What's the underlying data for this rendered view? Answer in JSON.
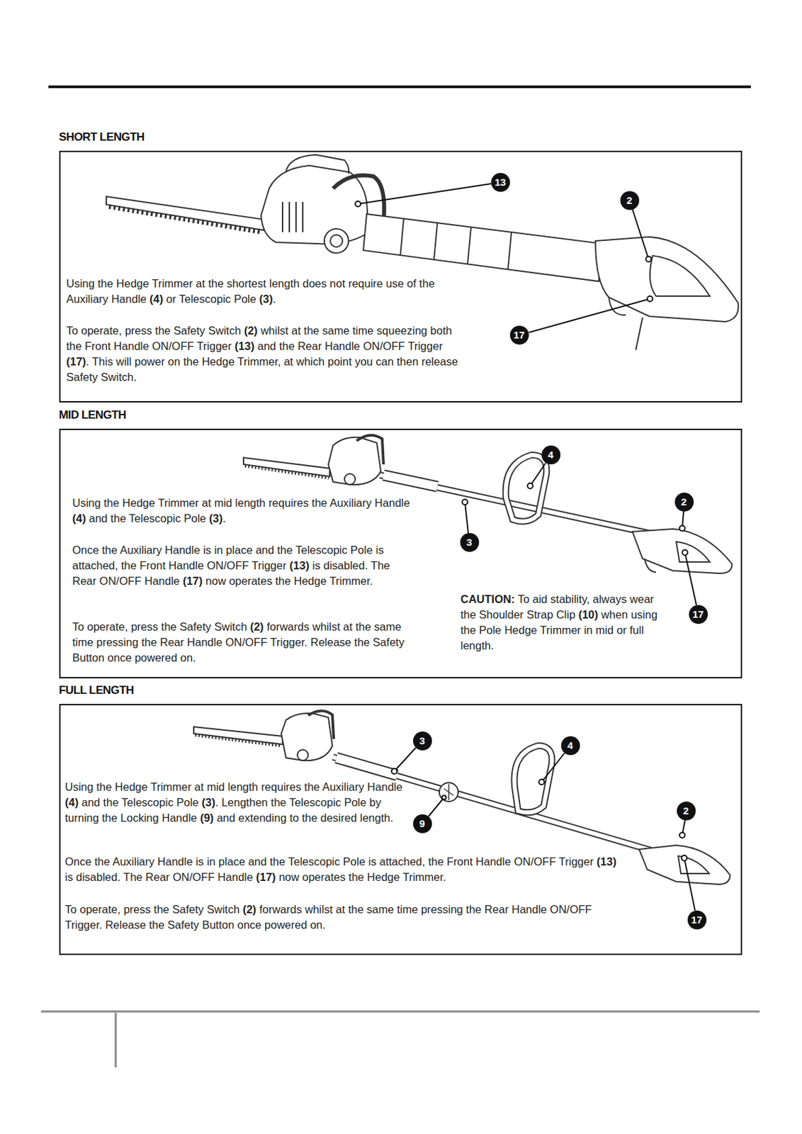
{
  "diagram": {
    "nodes": [
      {
        "text": [
          "SHORT LENGTH",
          "Using the Hedge Trimmer at the shortest length does not require use of the Auxiliary Handle (4) or Telescopic Pole (3).",
          "To operate, press the Safety Switch (2) whilst at the same time squeezing both the Front Handle ON/OFF Trigger (13) and the Rear Handle ON/OFF Trigger (17). This will power on the Hedge Trimmer, at which point you can then release Safety Switch."
        ]
      },
      {
        "text": [
          "13"
        ],
        "in": 0
      },
      {
        "text": [
          "2"
        ],
        "in": 0
      },
      {
        "text": [
          "17"
        ],
        "in": 0
      },
      {
        "text": [
          "MID LENGTH",
          "Using the Hedge Trimmer at mid length requires the Auxiliary Handle (4) and the Telescopic Pole (3).",
          "Once the Auxiliary Handle is in place and the Telescopic Pole is attached, the Front Handle ON/OFF Trigger (13) is disabled. The Rear ON/OFF Handle (17) now operates the Hedge Trimmer.",
          "To operate, press the Safety Switch (2) forwards whilst at the same time pressing the Rear Handle ON/OFF Trigger. Release the Safety Button once powered on.",
          "CAUTION: To aid stability, always wear the Shoulder Strap Clip (10) when using the Pole Hedge Trimmer in mid or full length."
        ]
      },
      {
        "text": [
          "4"
        ],
        "in": 4
      },
      {
        "text": [
          "2"
        ],
        "in": 4
      },
      {
        "text": [
          "3"
        ],
        "in": 4
      },
      {
        "text": [
          "17"
        ],
        "in": 4
      },
      {
        "text": [
          "FULL LENGTH",
          "Using the Hedge Trimmer at mid length requires the Auxiliary Handle (4) and the Telescopic Pole (3). Lengthen the Telescopic Pole by turning the Locking Handle (9) and extending to the desired length.",
          "Once the Auxiliary Handle is in place and the Telescopic Pole is attached, the Front Handle ON/OFF Trigger (13) is disabled. The Rear ON/OFF Handle (17) now operates the Hedge Trimmer.",
          "To operate, press the Safety Switch (2) forwards whilst at the same time pressing the Rear Handle ON/OFF Trigger. Release the Safety Button once powered on."
        ]
      },
      {
        "text": [
          "3"
        ],
        "in": 9
      },
      {
        "text": [
          "4"
        ],
        "in": 9
      },
      {
        "text": [
          "2"
        ],
        "in": 9
      },
      {
        "text": [
          "9"
        ],
        "in": 9
      },
      {
        "text": [
          "17"
        ],
        "in": 9
      }
    ]
  }
}
